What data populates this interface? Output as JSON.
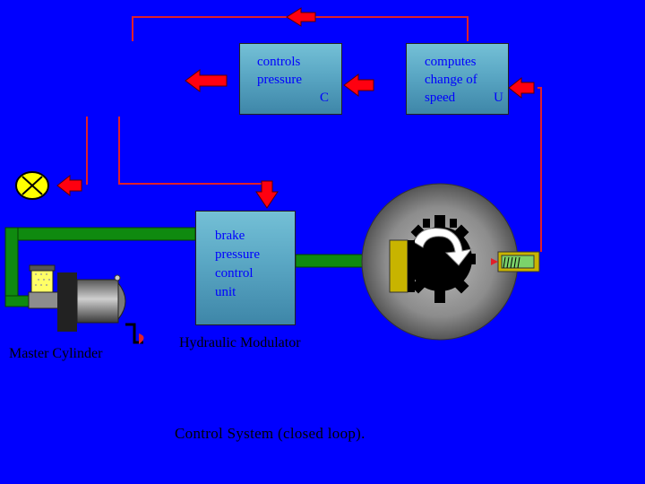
{
  "boxes": {
    "controls": {
      "line1": "controls",
      "line2": "pressure",
      "symbol": "C"
    },
    "computes": {
      "line1": "computes",
      "line2": "change of",
      "line3": "speed",
      "symbol": "U"
    },
    "brake": {
      "line1": "brake",
      "line2": "pressure",
      "line3": "control",
      "line4": "unit"
    }
  },
  "labels": {
    "master_cylinder": "Master Cylinder",
    "hydraulic_modulator": "Hydraulic Modulator",
    "caption": "Control System (closed loop)."
  },
  "colors": {
    "background": "#0000ff",
    "signal_line": "#e0202a",
    "arrow_fill": "#ff0010",
    "hydraulic_pipe": "#0f8a0f",
    "box_fill": "#5aa7c4",
    "box_text": "#0000ff",
    "wheel": "#888888",
    "warning_lamp": "#ffff00"
  }
}
